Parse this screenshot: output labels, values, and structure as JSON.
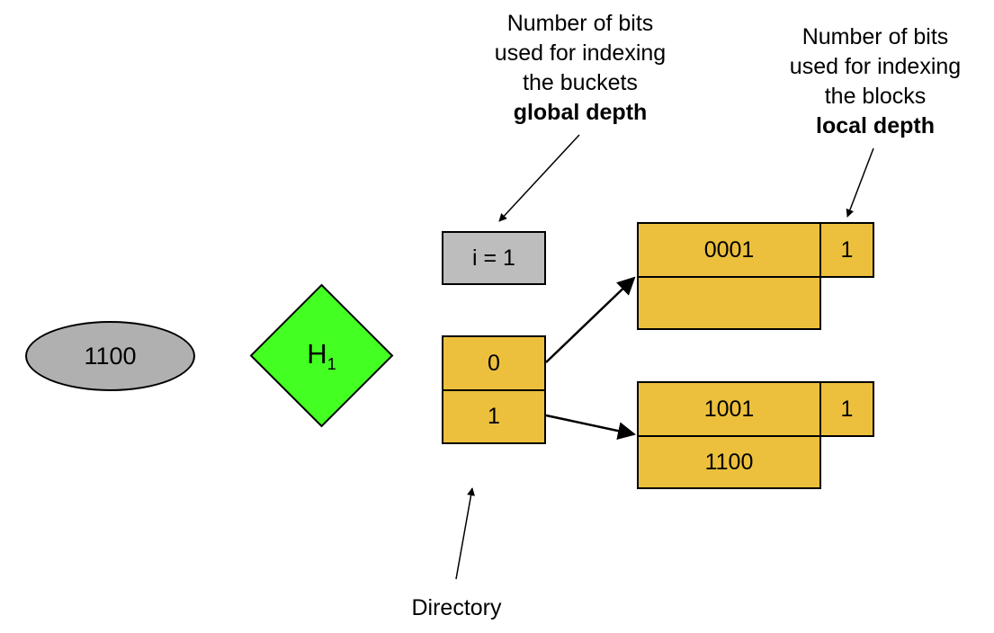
{
  "key": {
    "value": "1100",
    "fill": "#b0b0b0"
  },
  "hash_function": {
    "label": "H",
    "subscript": "1",
    "fill": "#44ff22"
  },
  "global_depth": {
    "caption_lines": [
      "Number of bits",
      "used for indexing",
      "the buckets"
    ],
    "term": "global depth",
    "box_label": "i = 1",
    "fill": "#bdbdbd"
  },
  "local_depth": {
    "caption_lines": [
      "Number of bits",
      "used for indexing",
      "the blocks"
    ],
    "term": "local depth"
  },
  "directory": {
    "label": "Directory",
    "entries": [
      "0",
      "1"
    ],
    "fill": "#ecc03c"
  },
  "buckets": [
    {
      "records": [
        "0001",
        ""
      ],
      "local_depth": "1"
    },
    {
      "records": [
        "1001",
        "1100"
      ],
      "local_depth": "1"
    }
  ]
}
